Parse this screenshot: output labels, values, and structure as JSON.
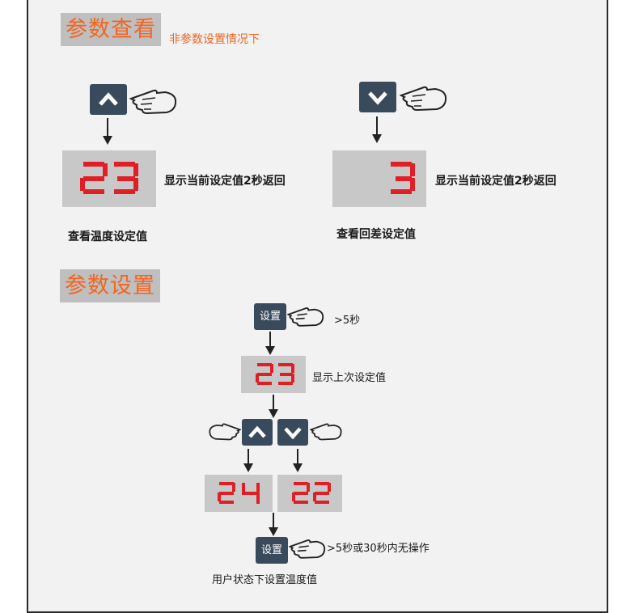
{
  "section_view": {
    "title": "参数查看",
    "subtitle": "非参数设置情况下",
    "up_display": "23",
    "up_note": "显示当前设定值2秒返回",
    "up_caption": "查看温度设定值",
    "down_display": "3",
    "down_note": "显示当前设定值2秒返回",
    "down_caption": "查看回差设定值"
  },
  "section_set": {
    "title": "参数设置",
    "set_key_label": "设置",
    "hold_note": ">5秒",
    "last_display": "23",
    "last_note": "显示上次设定值",
    "inc_display": "24",
    "dec_display": "22",
    "set_key2_label": "设置",
    "exit_note": ">5秒或30秒内无操作",
    "final_caption": "用户状态下设置温度值"
  },
  "colors": {
    "accent": "#f26522",
    "key": "#394a5c",
    "digit": "#e01e26",
    "lcd": "#c8c8c8"
  },
  "icons": [
    "up-key-icon",
    "down-key-icon",
    "pointing-hand-icon",
    "down-arrow-icon"
  ]
}
